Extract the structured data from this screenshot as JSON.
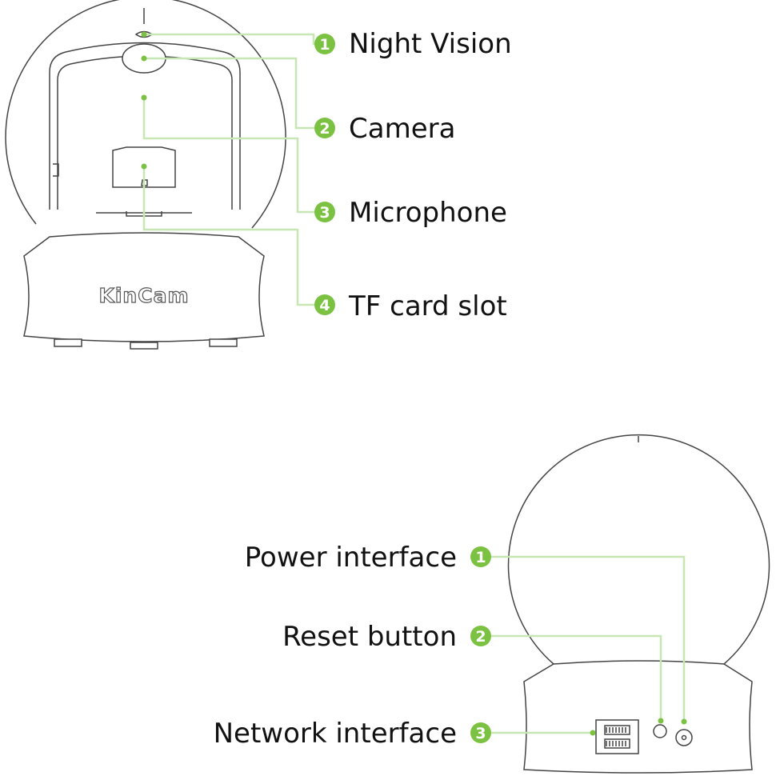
{
  "colors": {
    "accent": "#7cc242",
    "leader": "#c7e6b4",
    "outline": "#444444"
  },
  "front_view": {
    "brand": "KinCam",
    "callouts": [
      {
        "number": "1",
        "label": "Night Vision"
      },
      {
        "number": "2",
        "label": "Camera"
      },
      {
        "number": "3",
        "label": "Microphone"
      },
      {
        "number": "4",
        "label": "TF card slot"
      }
    ]
  },
  "back_view": {
    "callouts": [
      {
        "number": "1",
        "label": "Power interface"
      },
      {
        "number": "2",
        "label": "Reset button"
      },
      {
        "number": "3",
        "label": "Network interface"
      }
    ]
  }
}
